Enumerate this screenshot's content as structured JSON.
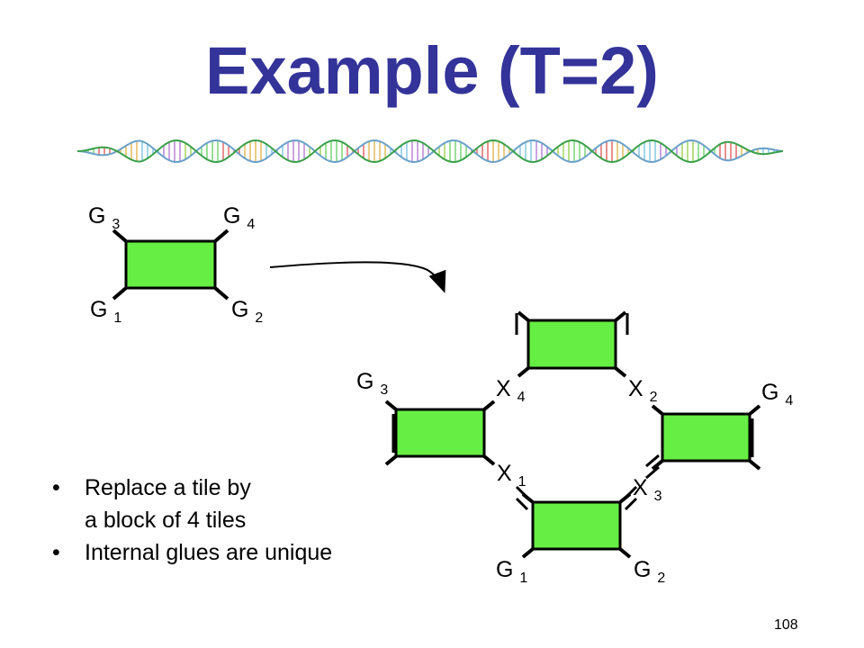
{
  "slide": {
    "title": "Example (T=2)",
    "page_number": "108"
  },
  "bullets": [
    {
      "line1": "Replace a tile by",
      "line2": "a block of 4 tiles"
    },
    {
      "line1": "Internal glues are unique",
      "line2": ""
    }
  ],
  "single_tile": {
    "glues": {
      "top_left": "G3",
      "top_right": "G4",
      "bottom_left": "G1",
      "bottom_right": "G2"
    }
  },
  "block": {
    "glues": {
      "left_tile_top_left": "G3",
      "right_tile_top_right": "G4",
      "bottom_tile_bottom_left": "G1",
      "bottom_tile_bottom_right": "G2",
      "internal_top_left": "X4",
      "internal_top_right": "X2",
      "internal_bottom_left": "X1",
      "internal_bottom_right": "X3"
    }
  },
  "colors": {
    "title": "#333399",
    "tile_fill": "#66ee44",
    "tile_stroke": "#000000"
  }
}
